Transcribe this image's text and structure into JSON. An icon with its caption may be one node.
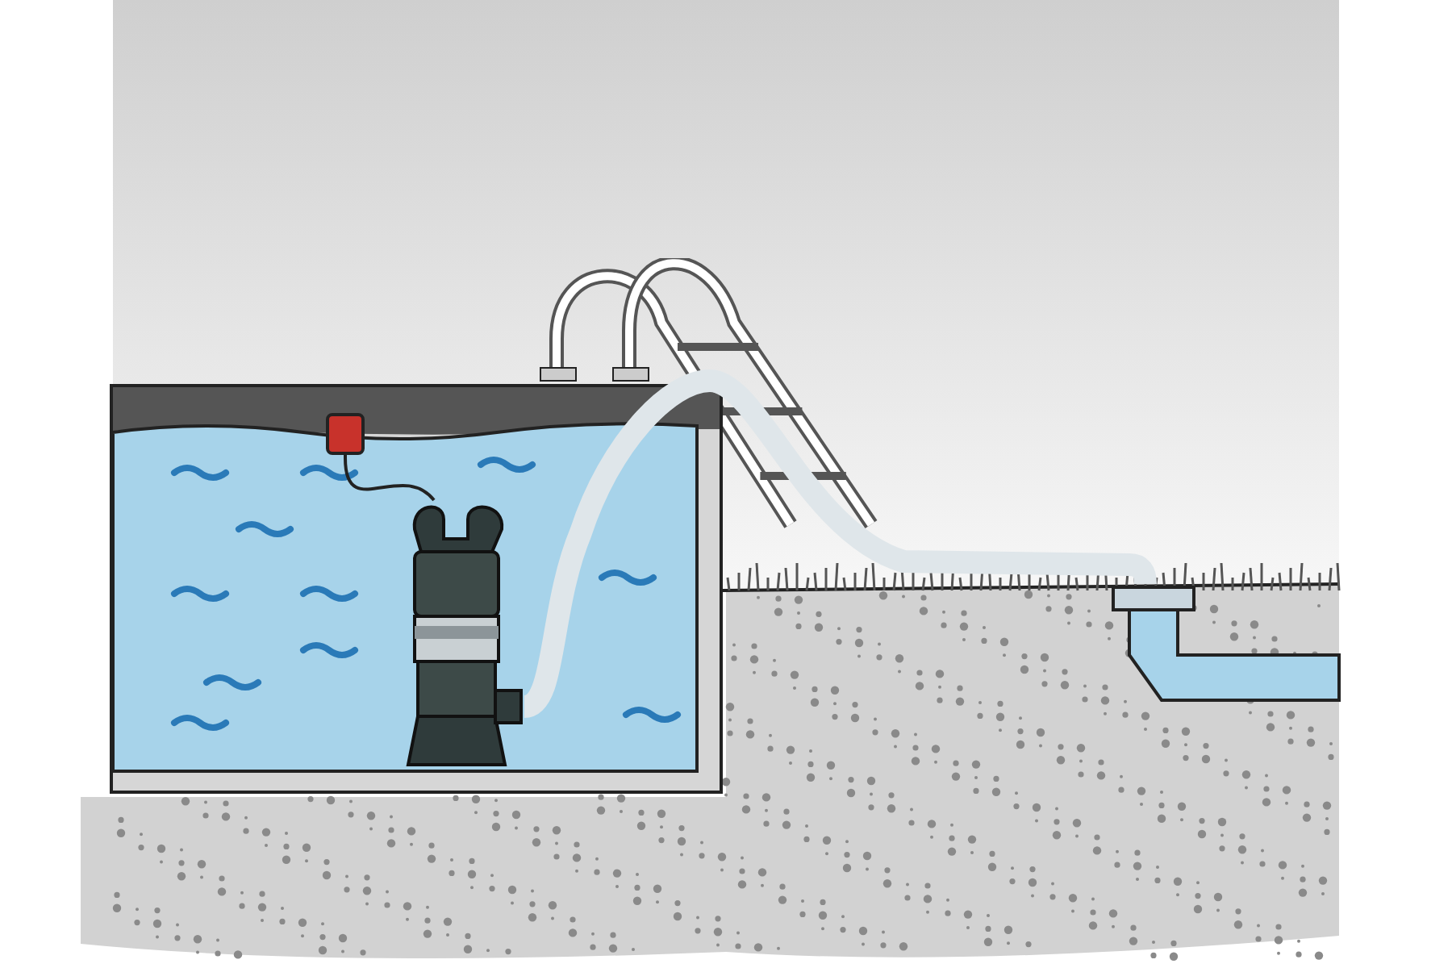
{
  "diagram": {
    "nodes": [
      {
        "text": [],
        "shape": "picture"
      },
      {
        "text": [],
        "shape": "picture",
        "in": 0
      },
      {
        "text": [],
        "shape": "picture",
        "in": 0
      },
      {
        "text": [],
        "shape": "picture"
      }
    ],
    "edges": [
      {
        "from": 2,
        "to": 1,
        "arrow": "none"
      },
      {
        "from": 1,
        "to": 3,
        "arrow": "none",
        "style": "thick",
        "color": "#dfe6ea"
      }
    ]
  }
}
